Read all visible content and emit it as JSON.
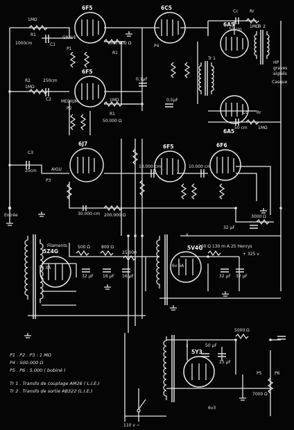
{
  "tubes": {
    "v1": "6F5",
    "v2": "6C5",
    "v3": "6F5",
    "v4": "6J7",
    "v5": "6F5",
    "v6": "6F6",
    "v7": "6A5",
    "v8": "6A5",
    "v9": "5Z4G",
    "v10": "5V4G",
    "v11": "5Y3"
  },
  "labels": {
    "r1_top": "1MΩ",
    "r1": "R1",
    "c1": "C1",
    "c1v": "1000cm",
    "grave": "GRAVE",
    "p1": "P1",
    "r2_top": "R2",
    "r2v": "1MΩ",
    "c2": "C2",
    "c2v": "250cm",
    "medium": "MEDIUM",
    "p2": "P2",
    "c3": "C3",
    "c3v": "25cm",
    "aigu": "AIGU",
    "p3": "P3",
    "entree": "Entrée",
    "filaments": "Filaments",
    "r500k_a": "500.000 Ω",
    "r1b": "R1",
    "p4": "P4",
    "mf01": "0,1μF",
    "mf05": "0,5μF",
    "r1m_b": "1MΩ",
    "r1c": "R1",
    "r50k": "50.000 Ω",
    "c10k_a": "10.000 cm",
    "c10k_b": "10.000 cm",
    "r30k": "30.000 cm",
    "r200k": "200.000 Ω",
    "r3000": "3000 Ω",
    "c32a": "32 μF",
    "cc_top": "Cc",
    "cc_val": "50 cm",
    "rr_top": "Rr",
    "rr_val": "1MΩ",
    "tr2": "Tr 2",
    "tr1": "Tr 1",
    "hp": "HP",
    "graves": "graves",
    "aigues": "aiguës",
    "casque": "Casque",
    "cc2": "Cc",
    "cc2v": "50 cm",
    "rr2": "Rr",
    "rr2v": "1MΩ",
    "r500": "500 Ω",
    "r800": "800 Ω",
    "r25000": "25.000",
    "c32b": "32 μF",
    "c16a": "16 μF",
    "c16b": "16 μF",
    "hv_line": "260 Ω 130 m A 25 Henrys",
    "hv325": "+ 325 v",
    "c32c": "32 μF",
    "c32d": "32 μF",
    "r5000": "5000 Ω",
    "c50": "50 μF",
    "c25": "25 μF",
    "r7000": "7000 Ω",
    "p5": "P5",
    "p6": "P6",
    "v63": "6v3",
    "v5a": "5v 3A",
    "v6a": "6v 6A",
    "mains": "110 v ~",
    "x1": "x",
    "x2": "x"
  },
  "notes": {
    "n1": "P1 . P2 . P3 : 1 MΩ",
    "n2": "P4 : 500.000 Ω",
    "n3": "P5 . P6 : 5.000 ( bobiné )",
    "n4": "Tr 1 . Transfo de couplage AM26 ( L.I.E.)",
    "n5": "Tr 2 . Transfo de sortie  AB322 (L.I.E.)"
  }
}
